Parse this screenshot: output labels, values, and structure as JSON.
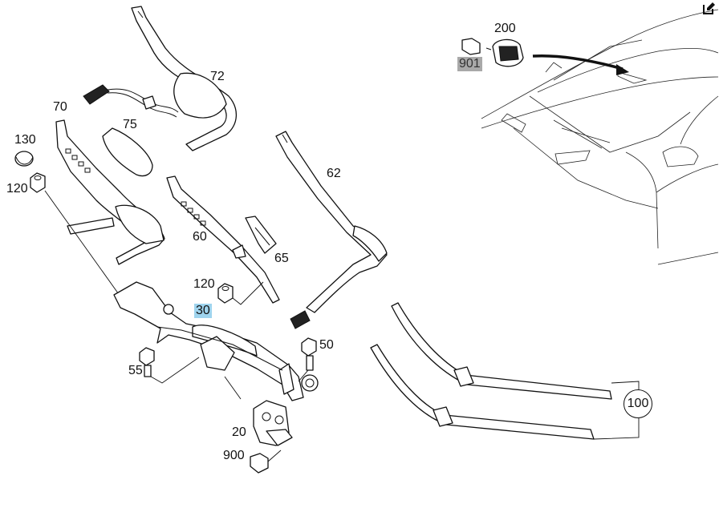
{
  "callouts": {
    "c200": "200",
    "c901": "901",
    "c72": "72",
    "c70": "70",
    "c75": "75",
    "c130": "130",
    "c120a": "120",
    "c62": "62",
    "c60": "60",
    "c65": "65",
    "c120b": "120",
    "c30": "30",
    "c50": "50",
    "c55": "55",
    "c20": "20",
    "c900": "900",
    "c100": "100"
  },
  "colors": {
    "highlight_selected": "#9fd4ee",
    "highlight_secondary": "#a9a9a9",
    "line": "#111111"
  },
  "icons": {
    "edit": "edit-pencil-icon"
  }
}
